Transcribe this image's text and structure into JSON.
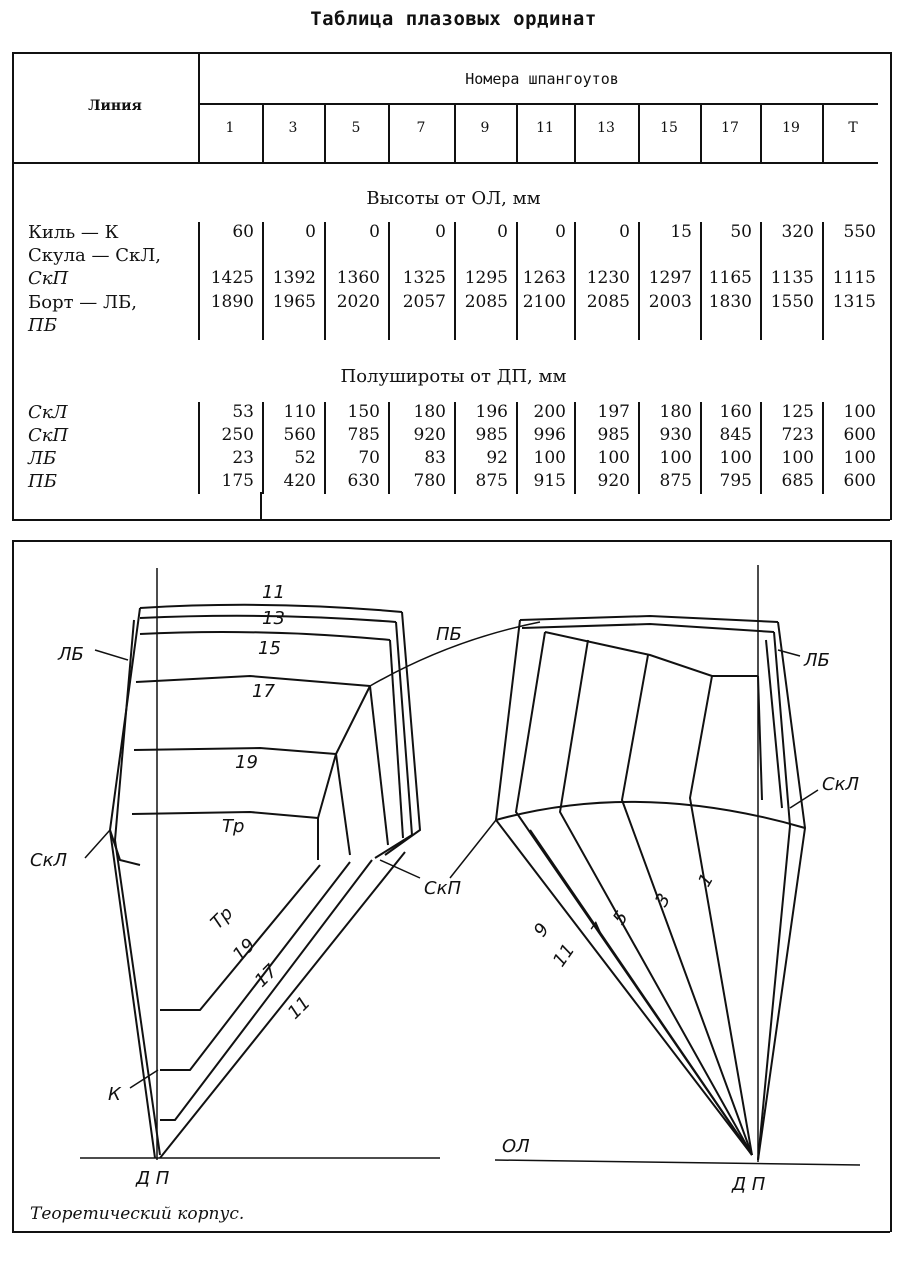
{
  "title": "Таблица плазовых ординат",
  "header": {
    "line_label": "Линия",
    "frames_label": "Номера шпангоутов",
    "frames": [
      "1",
      "3",
      "5",
      "7",
      "9",
      "11",
      "13",
      "15",
      "17",
      "19",
      "Т"
    ]
  },
  "heights": {
    "title": "Высоты от ОЛ, мм",
    "labels": {
      "keel": "Киль — К",
      "chine": "Скула — СкЛ,",
      "chine2": "СкП",
      "board": "Борт — ЛБ,",
      "board2": "ПБ"
    },
    "rows": [
      [
        "60",
        "0",
        "0",
        "0",
        "0",
        "0",
        "0",
        "15",
        "50",
        "320",
        "550"
      ],
      [
        "1425",
        "1392",
        "1360",
        "1325",
        "1295",
        "1263",
        "1230",
        "1297",
        "1165",
        "1135",
        "1115"
      ],
      [
        "1890",
        "1965",
        "2020",
        "2057",
        "2085",
        "2100",
        "2085",
        "2003",
        "1830",
        "1550",
        "1315"
      ]
    ]
  },
  "halfbreadths": {
    "title": "Полушироты от ДП, мм",
    "labels": [
      "СкЛ",
      "СкП",
      "ЛБ",
      "ПБ"
    ],
    "rows": [
      [
        "53",
        "110",
        "150",
        "180",
        "196",
        "200",
        "197",
        "180",
        "160",
        "125",
        "100"
      ],
      [
        "250",
        "560",
        "785",
        "920",
        "985",
        "996",
        "985",
        "930",
        "845",
        "723",
        "600"
      ],
      [
        "23",
        "52",
        "70",
        "83",
        "92",
        "100",
        "100",
        "100",
        "100",
        "100",
        "100"
      ],
      [
        "175",
        "420",
        "630",
        "780",
        "875",
        "915",
        "920",
        "875",
        "795",
        "685",
        "600"
      ]
    ]
  },
  "drawing": {
    "left_frame_labels": [
      "11",
      "13",
      "15",
      "17",
      "19",
      "Тр"
    ],
    "left_bottom_labels": [
      "Тр",
      "19",
      "17",
      "11"
    ],
    "right_frame_labels": [
      "1",
      "3",
      "5",
      "7",
      "9",
      "11"
    ],
    "side_labels": {
      "lb": "ЛБ",
      "pb": "ПБ",
      "skl": "СкЛ",
      "skp": "СкП",
      "k": "К",
      "ol": "ОЛ",
      "dp": "Д П"
    },
    "caption": "Теоретический корпус."
  }
}
